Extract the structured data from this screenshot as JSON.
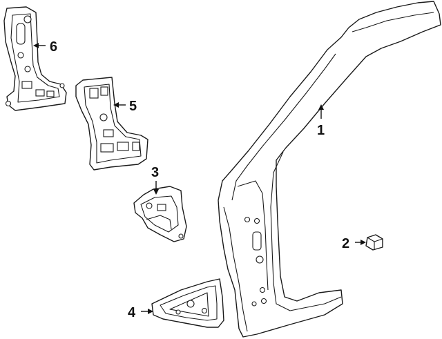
{
  "callouts": [
    {
      "number": "1",
      "part": "hinge-pillar-outer"
    },
    {
      "number": "2",
      "part": "small-clip"
    },
    {
      "number": "3",
      "part": "hinge-pillar-bracket"
    },
    {
      "number": "4",
      "part": "rocker-reinforcement"
    },
    {
      "number": "5",
      "part": "hinge-pillar-reinforcement"
    },
    {
      "number": "6",
      "part": "hinge-pillar-inner"
    }
  ],
  "colors": {
    "line": "#1a1a1a",
    "background": "#ffffff"
  }
}
